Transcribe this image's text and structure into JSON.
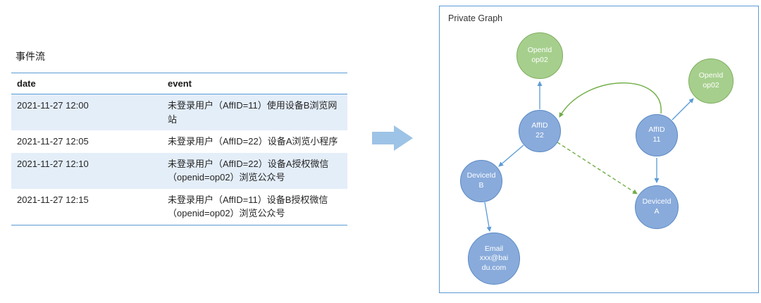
{
  "event_stream": {
    "title": "事件流",
    "columns": [
      "date",
      "event"
    ],
    "rows": [
      {
        "date": "2021-11-27 12:00",
        "event": "未登录用户（AffID=11）使用设备B浏览网站"
      },
      {
        "date": "2021-11-27 12:05",
        "event": "未登录用户（AffID=22）设备A浏览小程序"
      },
      {
        "date": "2021-11-27 12:10",
        "event": "未登录用户（AffID=22）设备A授权微信（openid=op02）浏览公众号"
      },
      {
        "date": "2021-11-27 12:15",
        "event": "未登录用户（AffID=11）设备B授权微信（openid=op02）浏览公众号"
      }
    ]
  },
  "graph": {
    "title": "Private Graph",
    "nodes": [
      {
        "id": "openid-top",
        "type": "green",
        "lines": [
          "OpenId",
          "op02"
        ]
      },
      {
        "id": "openid-right",
        "type": "green",
        "lines": [
          "OpenId",
          "op02"
        ]
      },
      {
        "id": "affid-22",
        "type": "blue",
        "lines": [
          "AffID",
          "22"
        ]
      },
      {
        "id": "affid-11",
        "type": "blue",
        "lines": [
          "AffID",
          "11"
        ]
      },
      {
        "id": "deviceid-b",
        "type": "blue",
        "lines": [
          "DeviceId",
          "B"
        ]
      },
      {
        "id": "deviceid-a",
        "type": "blue",
        "lines": [
          "DeviceId",
          "A"
        ]
      },
      {
        "id": "email",
        "type": "blue",
        "lines": [
          "Email",
          "xxx@bai",
          "du.com"
        ]
      }
    ],
    "edges": [
      {
        "from": "AffID 22",
        "to": "OpenId op02 (top)",
        "style": "solid-blue"
      },
      {
        "from": "AffID 11",
        "to": "OpenId op02 (right)",
        "style": "solid-blue"
      },
      {
        "from": "AffID 11",
        "to": "AffID 22",
        "style": "curved-green"
      },
      {
        "from": "AffID 22",
        "to": "DeviceId B",
        "style": "solid-blue"
      },
      {
        "from": "AffID 22",
        "to": "DeviceId A",
        "style": "dashed-green"
      },
      {
        "from": "AffID 11",
        "to": "DeviceId A",
        "style": "solid-blue"
      },
      {
        "from": "DeviceId B",
        "to": "Email xxx@baidu.com",
        "style": "solid-blue"
      }
    ]
  },
  "colors": {
    "blue_node": "#89ABDB",
    "blue_node_border": "#5B8AC6",
    "green_node": "#A6CF8D",
    "green_node_border": "#7FAE5F",
    "edge_blue": "#5B9BD5",
    "edge_green": "#70AD47",
    "table_accent": "#5B9BD5",
    "row_shade": "#E4EEF9",
    "flow_arrow": "#9DC3E6"
  }
}
